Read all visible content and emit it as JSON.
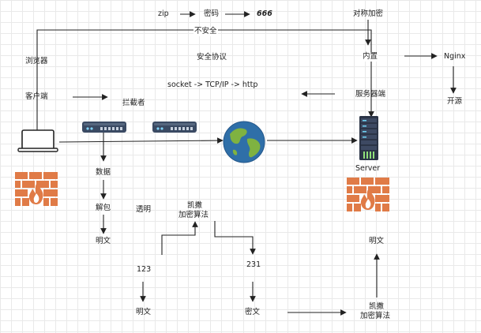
{
  "labels": {
    "zip": "zip",
    "password": "密码",
    "code_666": "666",
    "symmetric_encryption": "对称加密",
    "insecure": "不安全",
    "browser": "浏览器",
    "security_protocol": "安全协议",
    "builtin": "内置",
    "nginx": "Nginx",
    "client": "客户端",
    "protocol_stack": "socket -> TCP/IP -> http",
    "server_side": "服务器端",
    "open_source": "开源",
    "interceptor": "拦截者",
    "server": "Server",
    "data": "数据",
    "unpack": "解包",
    "transparent": "透明",
    "caesar_line1": "凯撒",
    "caesar_line2": "加密算法",
    "plaintext_left": "明文",
    "num_123": "123",
    "num_231": "231",
    "plaintext_bottom": "明文",
    "ciphertext": "密文",
    "caesar_right_line1": "凯撒",
    "caesar_right_line2": "加密算法",
    "plaintext_right": "明文"
  },
  "colors": {
    "arrow": "#222222",
    "firewall": "#e07b47",
    "router": "#3a4a63",
    "server": "#2b3446",
    "globe_ocean": "#2f6fa8",
    "globe_land": "#7fb241"
  },
  "icons": [
    "laptop-icon",
    "router-icon",
    "globe-icon",
    "server-rack-icon",
    "firewall-icon"
  ]
}
